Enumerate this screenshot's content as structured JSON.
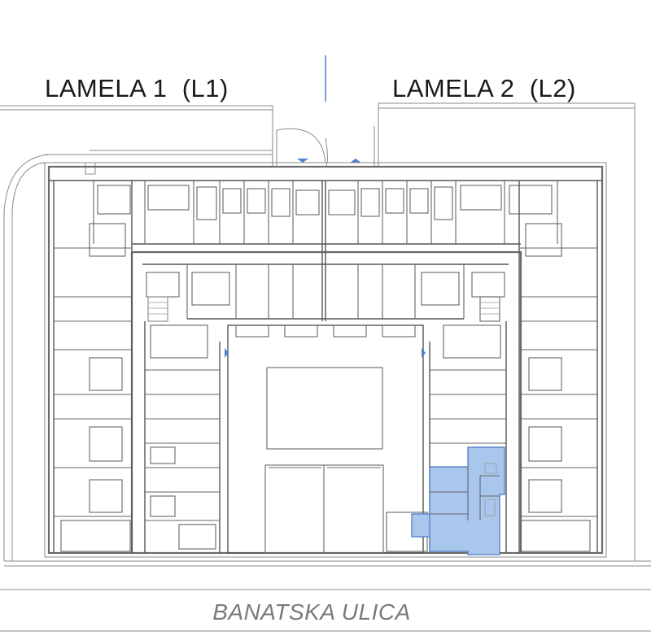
{
  "labels": {
    "lamela1": "LAMELA 1  (L1)",
    "lamela2": "LAMELA 2  (L2)",
    "street": "BANATSKA ULICA"
  },
  "colors": {
    "highlight_fill": "#a9c6ec",
    "highlight_stroke": "#5b86c9",
    "wall": "#555555",
    "accent_blue": "#4f7fd0"
  }
}
